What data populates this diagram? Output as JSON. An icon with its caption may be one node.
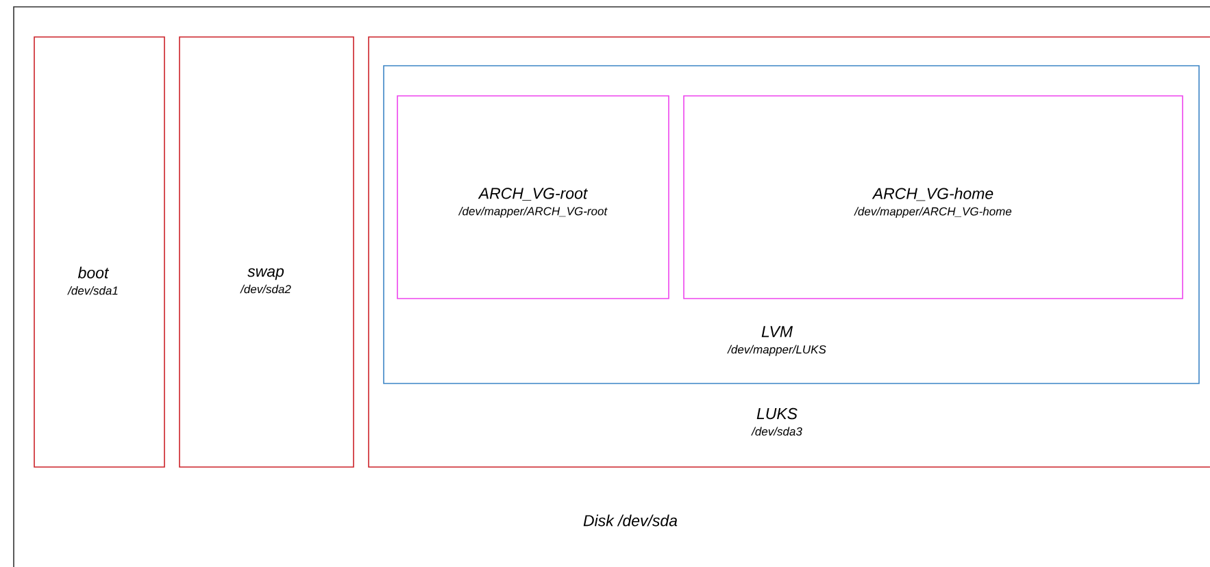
{
  "diagram": {
    "nodes": [
      {
        "text": [
          "Disk /dev/sda"
        ]
      },
      {
        "text": [
          "boot",
          "/dev/sda1"
        ],
        "in": 0
      },
      {
        "text": [
          "swap",
          "/dev/sda2"
        ],
        "in": 0
      },
      {
        "text": [
          "LUKS",
          "/dev/sda3"
        ],
        "in": 0
      },
      {
        "text": [
          "LVM",
          "/dev/mapper/LUKS"
        ],
        "in": 3
      },
      {
        "text": [
          "ARCH_VG-root",
          "/dev/mapper/ARCH_VG-root"
        ],
        "in": 4
      },
      {
        "text": [
          "ARCH_VG-home",
          "/dev/mapper/ARCH_VG-home"
        ],
        "in": 4
      }
    ]
  }
}
